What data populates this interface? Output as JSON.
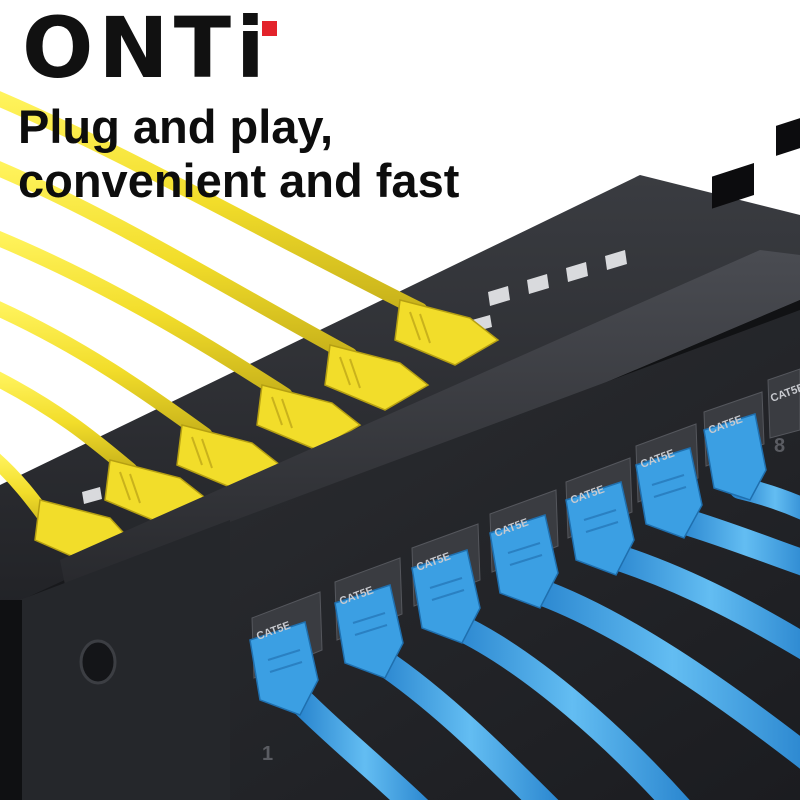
{
  "brand": {
    "name": "ONTi",
    "text": "ONTi",
    "accent_color": "#e3232b"
  },
  "headline": {
    "line1": "Plug and play,",
    "line2": "convenient and fast"
  },
  "panel": {
    "jack_labels": [
      "CAT5E",
      "CAT5E",
      "CAT5E",
      "CAT5E",
      "CAT5E",
      "CAT5E",
      "CAT5E",
      "CAT5E"
    ],
    "port_numbers": [
      "1",
      "8"
    ]
  },
  "colors": {
    "yellow_cable": "#f2dd2a",
    "blue_cable": "#3ea3e6",
    "panel": "#2b2d31",
    "background": "#ffffff"
  },
  "icons": [
    "mounting-hole-icon"
  ]
}
